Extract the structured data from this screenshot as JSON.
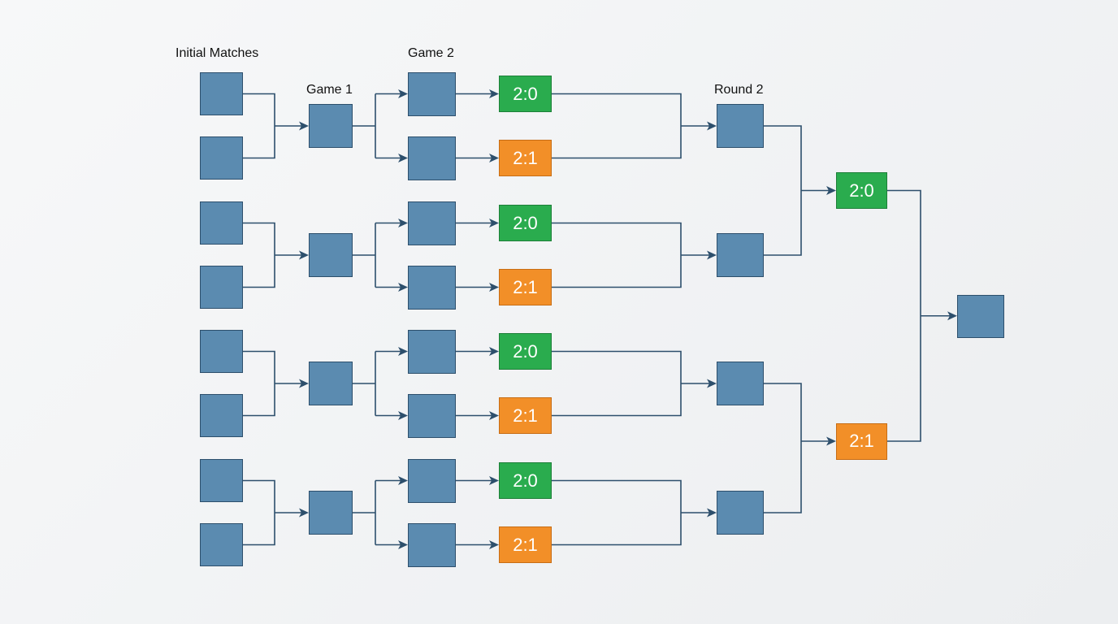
{
  "labels": {
    "initial": "Initial Matches",
    "game1": "Game 1",
    "game2": "Game 2",
    "round2": "Round 2"
  },
  "colors": {
    "team_box": "#5b8bb0",
    "win": "#2aac4e",
    "loss": "#f28f28",
    "line": "#2d4f6c"
  },
  "stage1_scores": [
    {
      "text": "2:0",
      "result": "win"
    },
    {
      "text": "2:1",
      "result": "loss"
    },
    {
      "text": "2:0",
      "result": "win"
    },
    {
      "text": "2:1",
      "result": "loss"
    },
    {
      "text": "2:0",
      "result": "win"
    },
    {
      "text": "2:1",
      "result": "loss"
    },
    {
      "text": "2:0",
      "result": "win"
    },
    {
      "text": "2:1",
      "result": "loss"
    }
  ],
  "semifinal_scores": [
    {
      "text": "2:0",
      "result": "win"
    },
    {
      "text": "2:1",
      "result": "loss"
    }
  ]
}
